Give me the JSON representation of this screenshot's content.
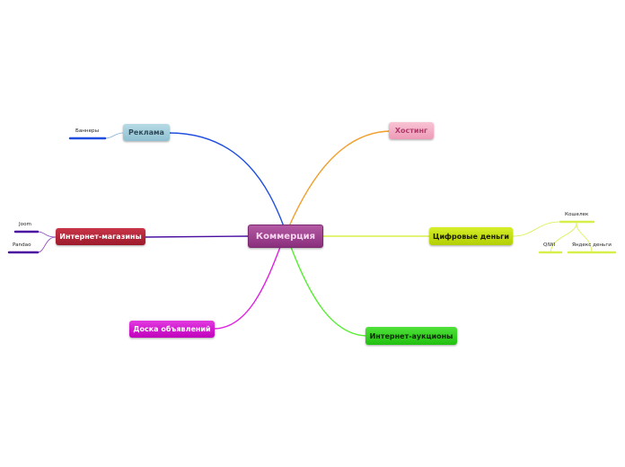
{
  "root": {
    "label": "Коммерция",
    "color": "#9b3c8e"
  },
  "branches": {
    "reklama": {
      "label": "Реклама",
      "color": "#9bc7d6",
      "line": "#1f4fe0"
    },
    "hosting": {
      "label": "Хостинг",
      "color": "#f2a7bf",
      "line": "#f0a030"
    },
    "shops": {
      "label": "Интернет-магазины",
      "color": "#b02236",
      "line": "#4b0fa0"
    },
    "digital": {
      "label": "Цифровые деньги",
      "color": "#c5e000",
      "line": "#d8ef4a"
    },
    "board": {
      "label": "Доска объявлений",
      "color": "#d40fd0",
      "line": "#e020e0"
    },
    "auctions": {
      "label": "Интернет-аукционы",
      "color": "#2fd016",
      "line": "#55ee30"
    }
  },
  "leaves": {
    "banners": "Баннеры",
    "joom": "Joom",
    "pandao": "Pandao",
    "wallet": "Кошелек",
    "qiwi": "QIWI",
    "yandex": "Яндекс деньги"
  }
}
